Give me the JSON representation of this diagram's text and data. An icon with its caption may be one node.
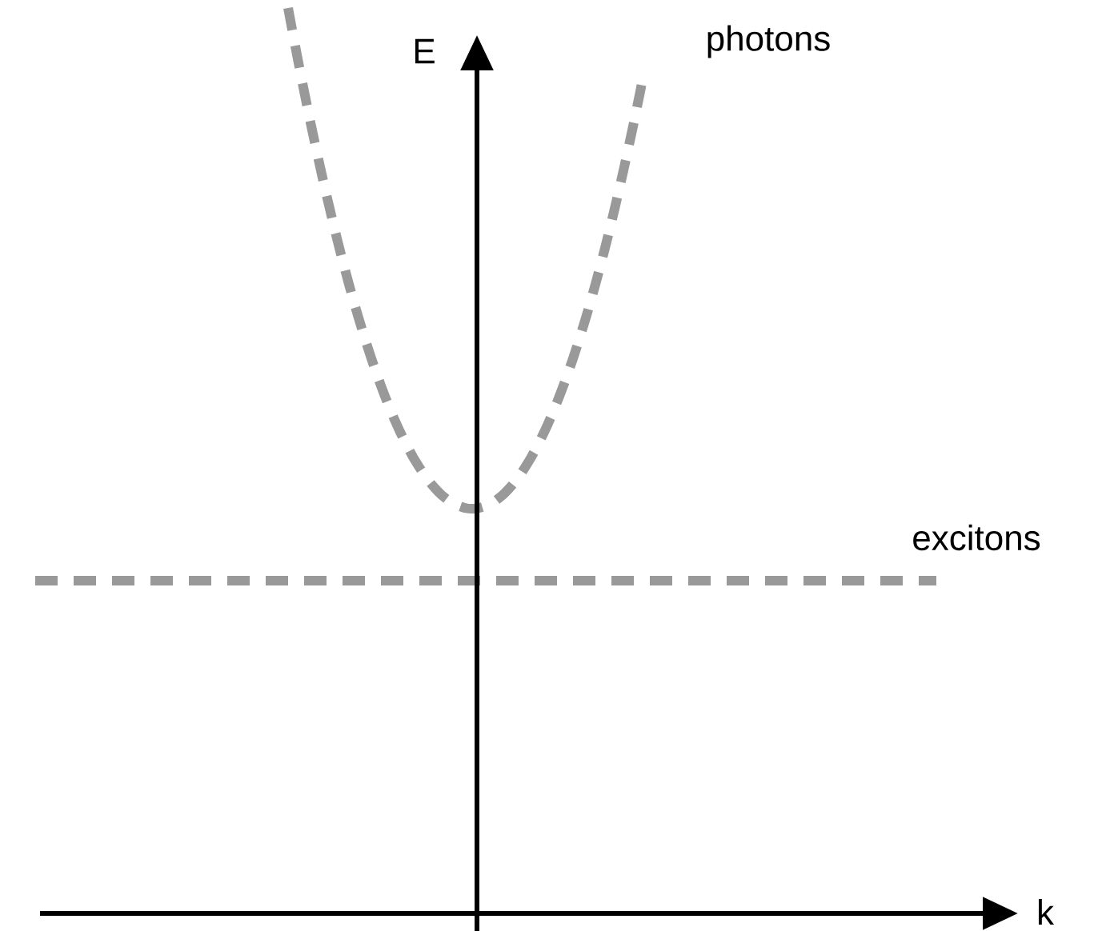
{
  "diagram": {
    "labels": [
      "E",
      "photons",
      "excitons",
      "k"
    ]
  }
}
